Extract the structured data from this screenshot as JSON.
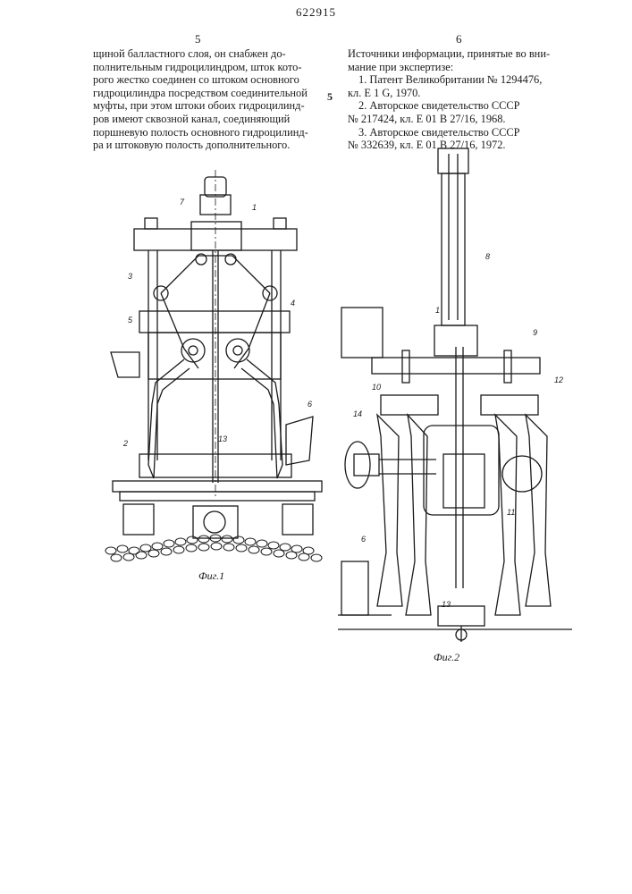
{
  "header": {
    "patent_number": "622915",
    "left_column_number": "5",
    "right_column_number": "6",
    "margin_line_number": "5"
  },
  "left_column": {
    "lines": [
      "щиной балластного слоя, он снабжен до-",
      "полнительным гидроцилиндром, шток кото-",
      "рого жестко соединен со штоком основного",
      "гидроцилиндра посредством соединительной",
      "муфты, при этом штоки обоих гидроцилинд-",
      "ров имеют сквозной канал, соединяющий",
      "поршневую полость основного гидроцилинд-",
      "ра и штоковую полость дополнительного."
    ]
  },
  "right_column": {
    "heading_lines": [
      "Источники информации, принятые во вни-",
      "мание при экспертизе:"
    ],
    "references": [
      "1. Патент Великобритании № 1294476,",
      "кл. Е 1 G, 1970.",
      "2. Авторское свидетельство СССР",
      "№ 217424, кл. Е 01 В 27/16, 1968.",
      "3. Авторское свидетельство СССР",
      "№ 332639, кл. Е 01 В 27/16, 1972."
    ]
  },
  "figures": {
    "fig1": {
      "caption": "Фиг.1",
      "labels": [
        "7",
        "1",
        "3",
        "4",
        "5",
        "6",
        "2",
        "13"
      ]
    },
    "fig2": {
      "caption": "Фиг.2",
      "labels": [
        "8",
        "1",
        "9",
        "10",
        "12",
        "14",
        "11",
        "6",
        "13"
      ]
    }
  },
  "colors": {
    "ink": "#1a1a1a",
    "paper": "#ffffff"
  }
}
